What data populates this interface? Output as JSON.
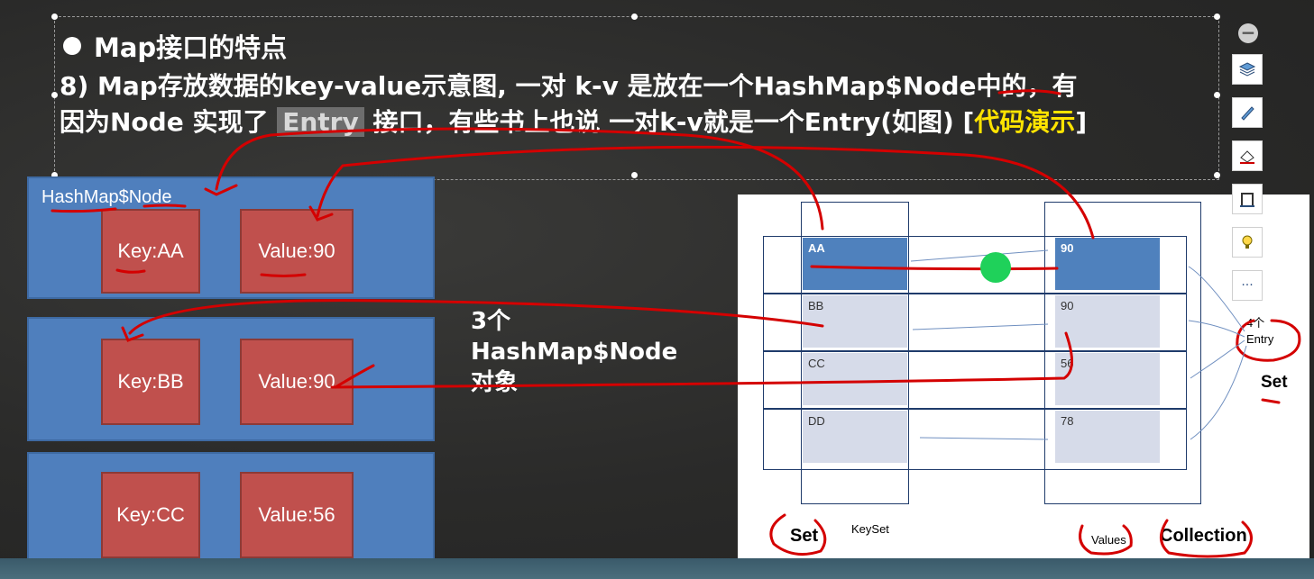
{
  "slide": {
    "title": "Map接口的特点",
    "line1": "8) Map存放数据的key-value示意图, 一对 k-v 是放在一个HashMap$Node中的，有",
    "line2_a": "因为Node 实现了 ",
    "line2_entry": "Entry",
    "line2_b": " 接口，有些书上也说 一对k-v就是一个Entry(如图) [",
    "line2_demo": "代码演示",
    "line2_c": "]"
  },
  "nodes": {
    "header": "HashMap$Node",
    "items": [
      {
        "key": "Key:AA",
        "value": "Value:90"
      },
      {
        "key": "Key:BB",
        "value": "Value:90"
      },
      {
        "key": "Key:CC",
        "value": "Value:56"
      }
    ]
  },
  "middle_label": {
    "line1": "3个",
    "line2": "HashMap$Node",
    "line3": "对象"
  },
  "diagram": {
    "keys": [
      "AA",
      "BB",
      "CC",
      "DD"
    ],
    "values": [
      "90",
      "90",
      "56",
      "78"
    ],
    "entry_label": "4个 Entry",
    "set_right": "Set",
    "set_bottom": "Set",
    "keyset": "KeySet",
    "values_label": "Values",
    "collection": "Collection"
  },
  "toolbar": {
    "minus": "−",
    "tools": [
      "layers-icon",
      "pen-icon",
      "eraser-icon",
      "frame-icon",
      "bulb-icon",
      "more-icon"
    ],
    "more_label": "···"
  },
  "colors": {
    "annotation_red": "#d40000",
    "node_blue": "#4f7fbd",
    "kv_red": "#c0504d",
    "demo_yellow": "#ffe400",
    "pointer_green": "#1fd15a"
  }
}
